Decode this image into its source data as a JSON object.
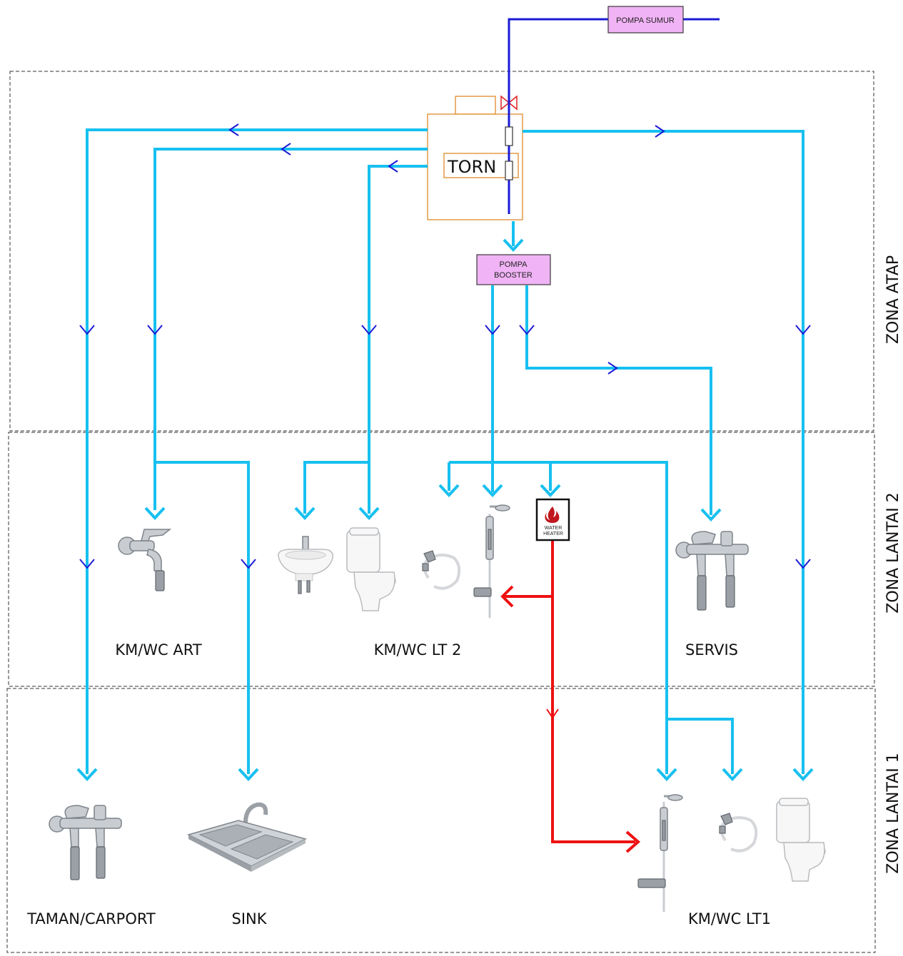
{
  "zones": {
    "atap": "ZONA ATAP",
    "lantai2": "ZONA LANTAI 2",
    "lantai1": "ZONA LANTAI 1"
  },
  "equipment": {
    "pompa_sumur": "POMPA SUMUR",
    "torn": "TORN",
    "pompa_booster_line1": "POMPA",
    "pompa_booster_line2": "BOOSTER",
    "water_heater_line1": "WATER",
    "water_heater_line2": "HEATER"
  },
  "rooms": {
    "km_wc_art": "KM/WC ART",
    "km_wc_lt2": "KM/WC LT 2",
    "servis": "SERVIS",
    "taman_carport": "TAMAN/CARPORT",
    "sink": "SINK",
    "km_wc_lt1": "KM/WC LT1"
  },
  "colors": {
    "cold_pipe": "#17c0f0",
    "flow_arrow": "#1a1ad6",
    "hot_pipe": "#ee1111",
    "pump_fill": "#f0b3f5",
    "tank_stroke": "#e08a2a"
  },
  "icons": [
    "faucet-icon",
    "washbasin-icon",
    "toilet-icon",
    "bidet-sprayer-icon",
    "shower-icon",
    "sink-icon",
    "water-heater-icon",
    "valve-icon"
  ]
}
